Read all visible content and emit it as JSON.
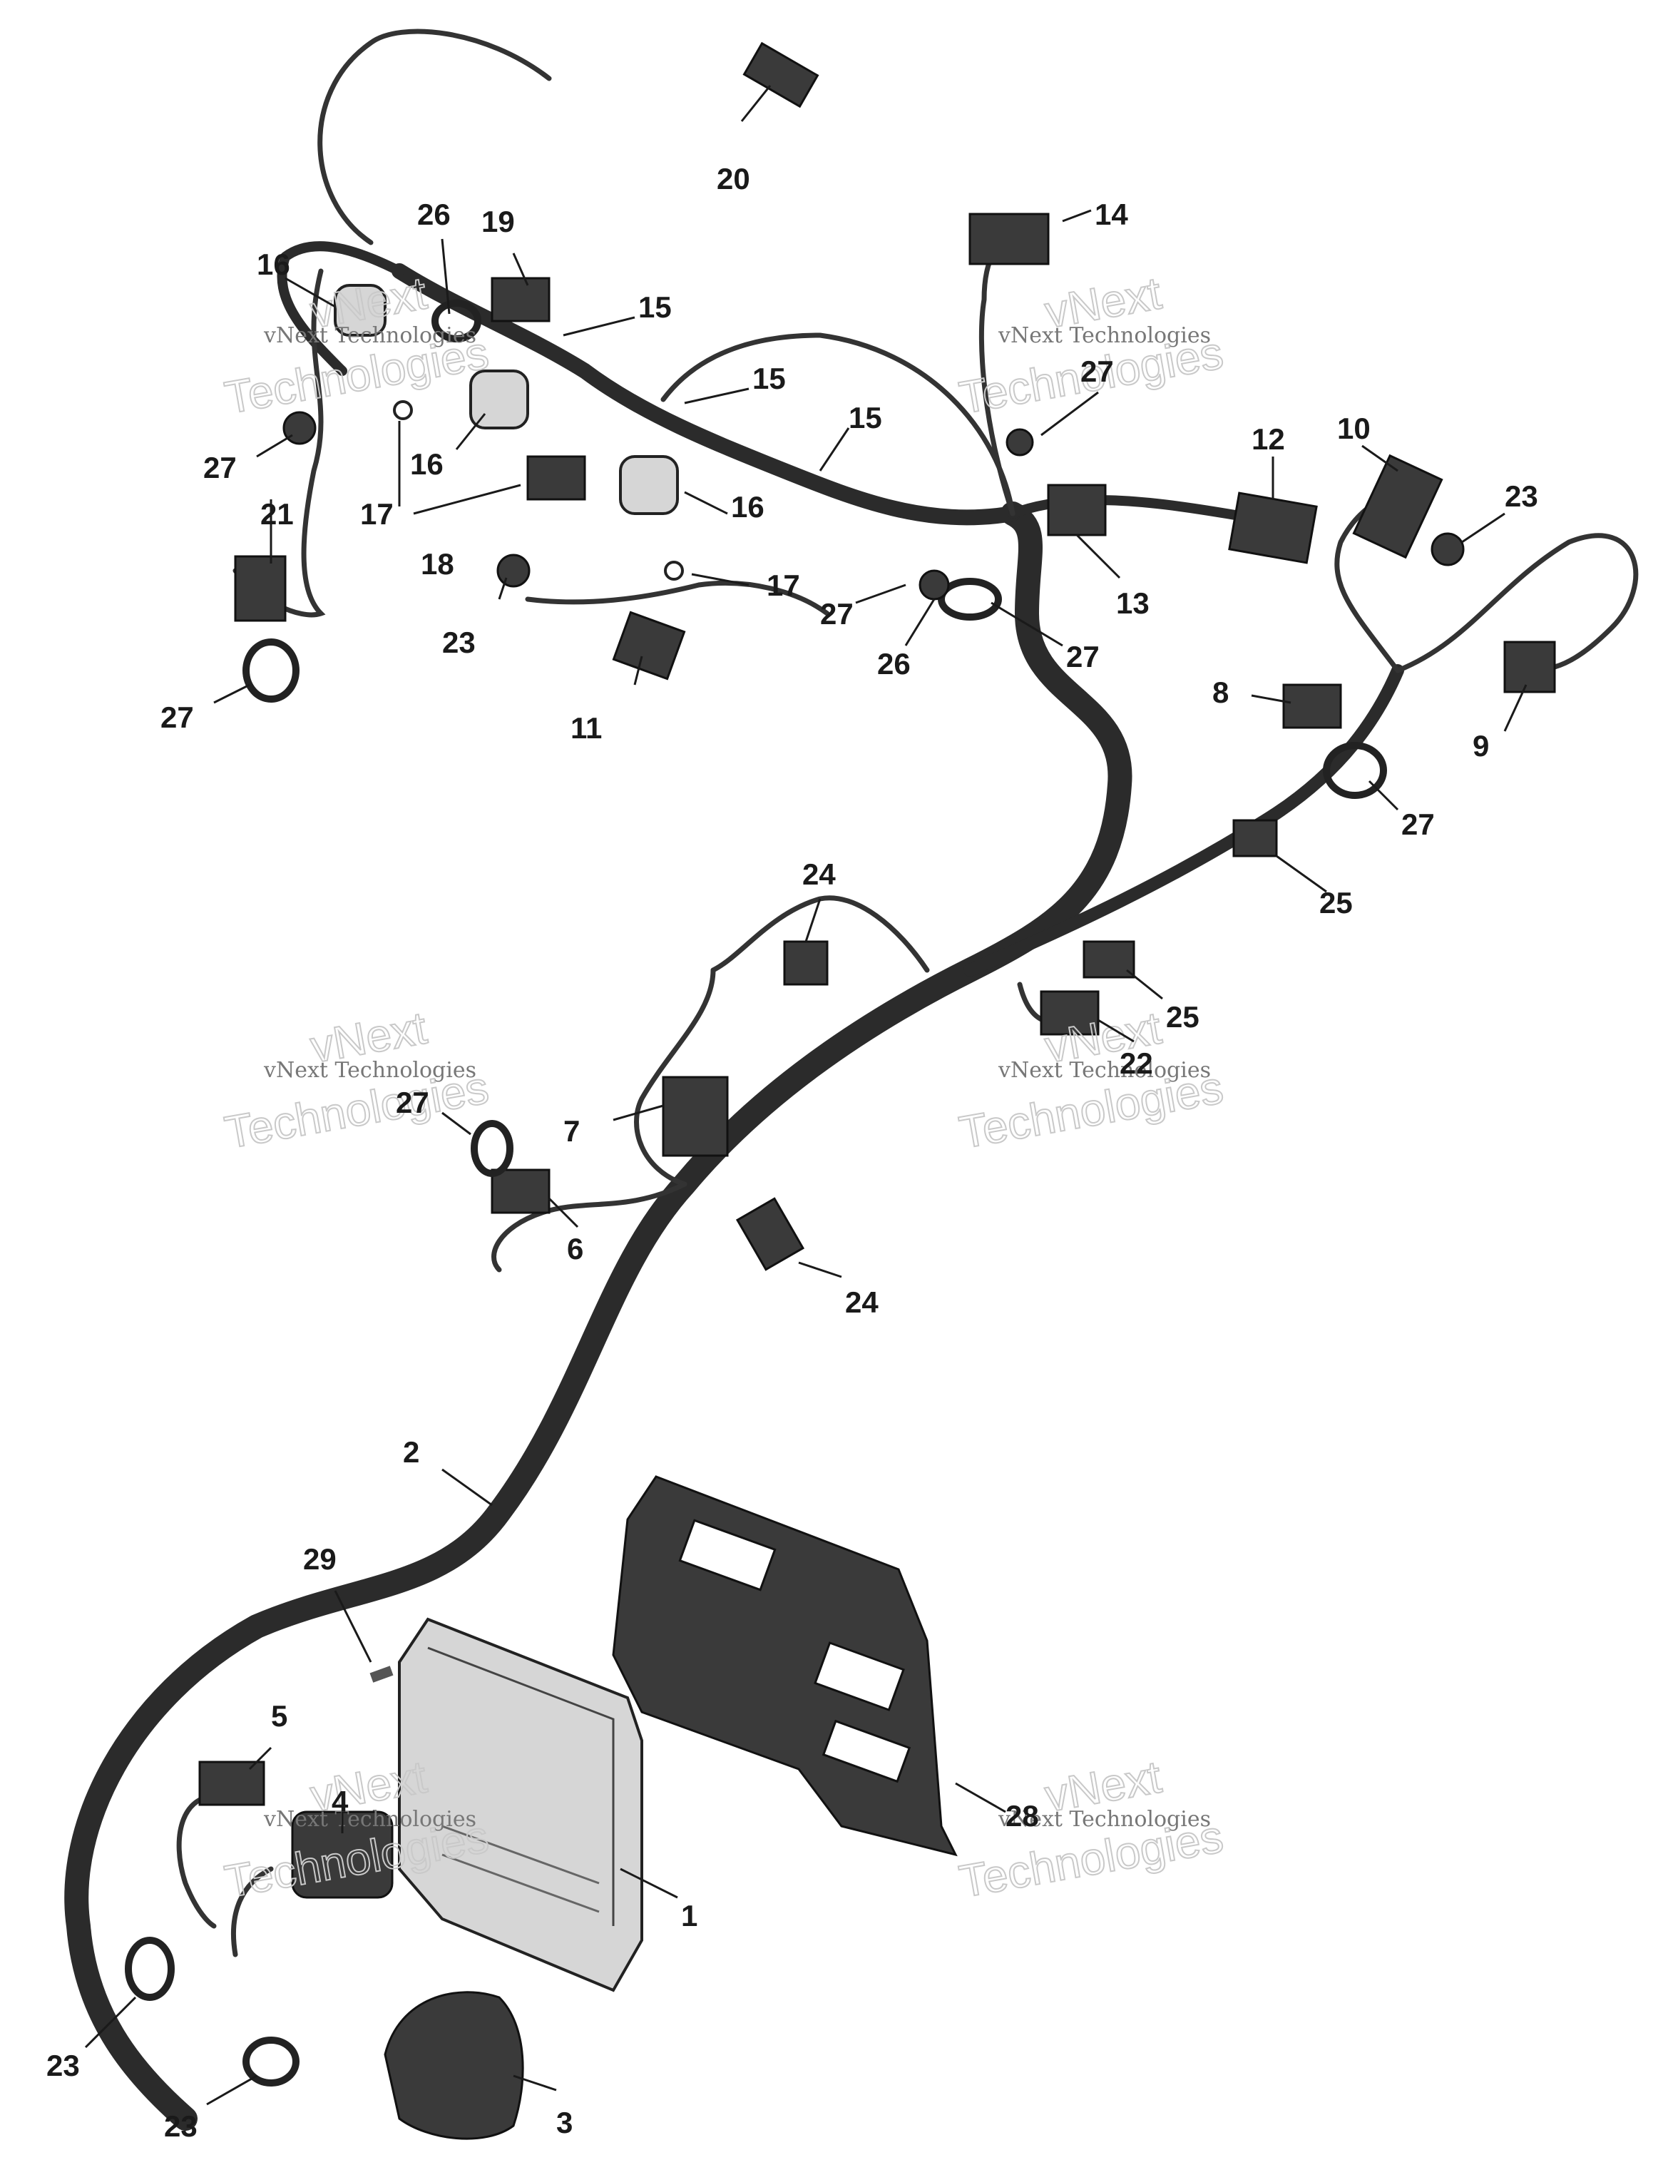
{
  "diagram": {
    "callouts": [
      {
        "id": "c1",
        "label": "1"
      },
      {
        "id": "c2",
        "label": "2"
      },
      {
        "id": "c3",
        "label": "3"
      },
      {
        "id": "c4",
        "label": "4"
      },
      {
        "id": "c5",
        "label": "5"
      },
      {
        "id": "c6",
        "label": "6"
      },
      {
        "id": "c7",
        "label": "7"
      },
      {
        "id": "c8",
        "label": "8"
      },
      {
        "id": "c9",
        "label": "9"
      },
      {
        "id": "c10",
        "label": "10"
      },
      {
        "id": "c11",
        "label": "11"
      },
      {
        "id": "c12",
        "label": "12"
      },
      {
        "id": "c13",
        "label": "13"
      },
      {
        "id": "c14",
        "label": "14"
      },
      {
        "id": "c15a",
        "label": "15"
      },
      {
        "id": "c15b",
        "label": "15"
      },
      {
        "id": "c15c",
        "label": "15"
      },
      {
        "id": "c16a",
        "label": "16"
      },
      {
        "id": "c16b",
        "label": "16"
      },
      {
        "id": "c16c",
        "label": "16"
      },
      {
        "id": "c17a",
        "label": "17"
      },
      {
        "id": "c17b",
        "label": "17"
      },
      {
        "id": "c18",
        "label": "18"
      },
      {
        "id": "c19",
        "label": "19"
      },
      {
        "id": "c20",
        "label": "20"
      },
      {
        "id": "c21",
        "label": "21"
      },
      {
        "id": "c22",
        "label": "22"
      },
      {
        "id": "c23a",
        "label": "23"
      },
      {
        "id": "c23b",
        "label": "23"
      },
      {
        "id": "c23c",
        "label": "23"
      },
      {
        "id": "c23d",
        "label": "23"
      },
      {
        "id": "c24a",
        "label": "24"
      },
      {
        "id": "c24b",
        "label": "24"
      },
      {
        "id": "c25a",
        "label": "25"
      },
      {
        "id": "c25b",
        "label": "25"
      },
      {
        "id": "c26a",
        "label": "26"
      },
      {
        "id": "c26b",
        "label": "26"
      },
      {
        "id": "c27a",
        "label": "27"
      },
      {
        "id": "c27b",
        "label": "27"
      },
      {
        "id": "c27c",
        "label": "27"
      },
      {
        "id": "c27d",
        "label": "27"
      },
      {
        "id": "c27e",
        "label": "27"
      },
      {
        "id": "c27f",
        "label": "27"
      },
      {
        "id": "c28",
        "label": "28"
      },
      {
        "id": "c29",
        "label": "29"
      }
    ],
    "watermark": {
      "line1": "vNext",
      "line2": "vNext Technologies",
      "line3": "Technologies"
    }
  }
}
